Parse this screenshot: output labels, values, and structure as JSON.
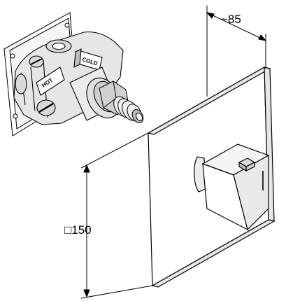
{
  "dimensions": {
    "depth": "~85",
    "size": "□150"
  },
  "valve_labels": {
    "hot": "HOT",
    "cold": "COLD"
  },
  "colors": {
    "line": "#000000",
    "shade": "#d9d9d9",
    "dark_shade": "#b5b5b5",
    "background": "#ffffff"
  }
}
